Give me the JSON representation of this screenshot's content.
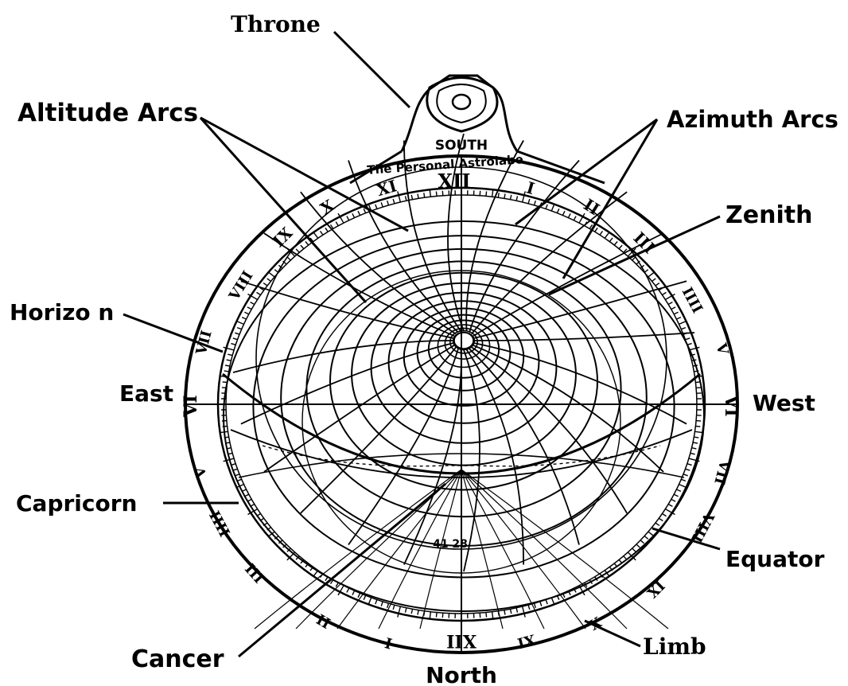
{
  "labels": {
    "throne": "Throne",
    "altitude_arcs": "Altitude Arcs",
    "azimuth_arcs": "Azimuth Arcs",
    "zenith": "Zenith",
    "horizon": "Horizo n",
    "east": "East",
    "west": "West",
    "capricorn": "Capricorn",
    "equator": "Equator",
    "cancer": "Cancer",
    "limb": "Limb",
    "north": "North"
  },
  "plate": {
    "south": "SOUTH",
    "maker": "The Personal Astrolabe",
    "latitude": "41  28"
  },
  "hours": {
    "top": "XII",
    "bottom": "XII",
    "left": "VI",
    "right": "VI",
    "top_left_1": "XI",
    "top_left_2": "X",
    "top_left_3": "IX",
    "top_left_4": "VIII",
    "top_left_5": "VII",
    "bottom_left_1": "V",
    "bottom_left_2": "IIII",
    "bottom_left_3": "III",
    "bottom_left_4": "II",
    "bottom_left_5": "I",
    "top_right_1": "I",
    "top_right_2": "II",
    "top_right_3": "III",
    "top_right_4": "IIII",
    "top_right_5": "V",
    "bottom_right_1": "VII",
    "bottom_right_2": "VIII",
    "bottom_right_3": "IX",
    "bottom_right_4": "X",
    "bottom_right_5": "XI"
  },
  "colors": {
    "ink": "#000000",
    "paper": "#ffffff"
  }
}
